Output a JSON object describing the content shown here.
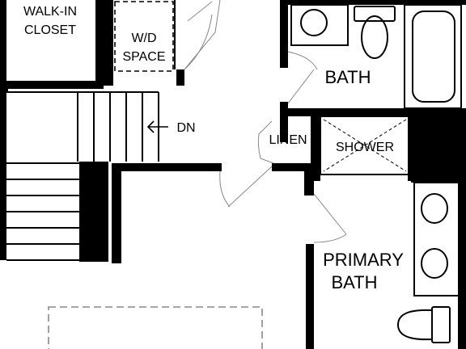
{
  "labels": {
    "walk_in": "WALK-IN",
    "closet": "CLOSET",
    "wd": "W/D",
    "space": "SPACE",
    "bath": "BATH",
    "dn": "DN",
    "linen": "LINEN",
    "shower": "SHOWER",
    "primary": "PRIMARY",
    "primary_bath": "BATH"
  },
  "colors": {
    "wall": "#000000",
    "fixture": "#000000",
    "background": "#ffffff",
    "door_swing": "#888888"
  },
  "icons": {
    "stair_direction": "arrow-left-icon"
  }
}
